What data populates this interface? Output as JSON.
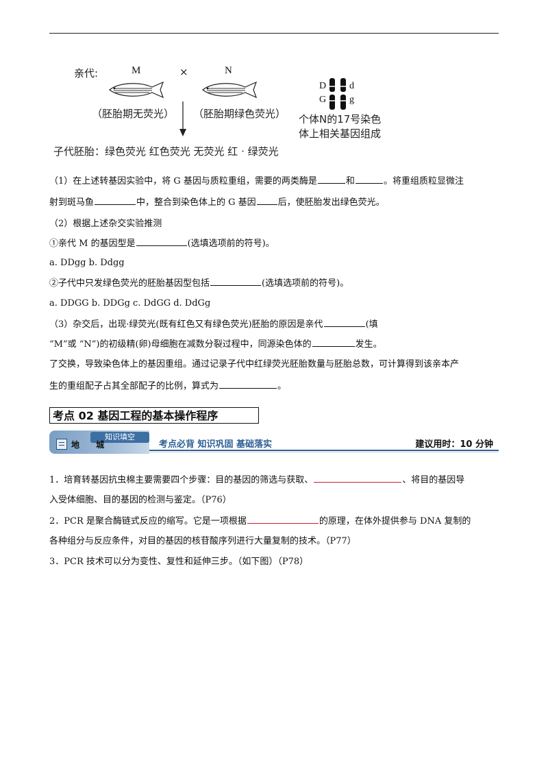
{
  "figure": {
    "parents_label": "亲代:",
    "parent_m": "M",
    "cross": "×",
    "parent_n": "N",
    "caption_m": "（胚胎期无荧光）",
    "caption_n": "（胚胎期绿色荧光）",
    "offspring": "子代胚胎：绿色荧光  红色荧光    无荧光    红 · 绿荧光",
    "chrom_top_left": "D",
    "chrom_top_right": "d",
    "chrom_bottom_left": "G",
    "chrom_bottom_right": "g",
    "chrom_caption_line1": "个体N的17号染色",
    "chrom_caption_line2": "体上相关基因组成"
  },
  "q1": {
    "line1_a": "（1）在上述转基因实验中，将 G 基因与质粒重组，需要的两类酶是",
    "line1_b": "和",
    "line1_c": "。将重组质粒显微注",
    "line2_a": "射到斑马鱼",
    "line2_b": "中，整合到染色体上的 G 基因",
    "line2_c": "后，使胚胎发出绿色荧光。"
  },
  "q2": {
    "title": "（2）根据上述杂交实验推测",
    "sub1": "①亲代 M 的基因型是",
    "sub1_end": "(选填选项前的符号)。",
    "sub1_options": "a. DDgg        b. Ddgg",
    "sub2": "②子代中只发绿色荧光的胚胎基因型包括",
    "sub2_end": "(选填选项前的符号)。",
    "sub2_options": "a. DDGG     b. DDGg          c. DdGG            d. DdGg"
  },
  "q3": {
    "line1_a": "（3）杂交后，出现·绿荧光(既有红色又有绿色荧光)胚胎的原因是亲代",
    "line1_b": "(填",
    "line2_a": "“M”或 “N”)的初级精(卵)母细胞在减数分裂过程中，同源染色体的",
    "line2_b": "发生。",
    "line3": "了交换，导致染色体上的基因重组。通过记录子代中红绿荧光胚胎数量与胚胎总数，可计算得到该亲本产",
    "line4_a": "生的重组配子占其全部配子的比例，算式为",
    "line4_b": "。"
  },
  "section": {
    "title": "考点 02    基因工程的基本操作程序"
  },
  "banner": {
    "tag": "知识填空",
    "label": "地 城",
    "slogan": "考点必背  知识巩固  基础落实",
    "time": "建议用时：10 分钟"
  },
  "items": {
    "i1_a": "1．培育转基因抗虫棉主要需要四个步骤：目的基因的筛选与获取、",
    "i1_b": "、将目的基因导",
    "i1_c": "入受体细胞、目的基因的检测与鉴定。（P76）",
    "i2_a": "2．PCR 是聚合酶链式反应的缩写。它是一项根据",
    "i2_b": "的原理，在体外提供参与 DNA 复制的",
    "i2_c": "各种组分与反应条件，对目的基因的核苷酸序列进行大量复制的技术。（P77）",
    "i3": "3．PCR 技术可以分为变性、复性和延伸三步。（如下图）（P78）"
  }
}
